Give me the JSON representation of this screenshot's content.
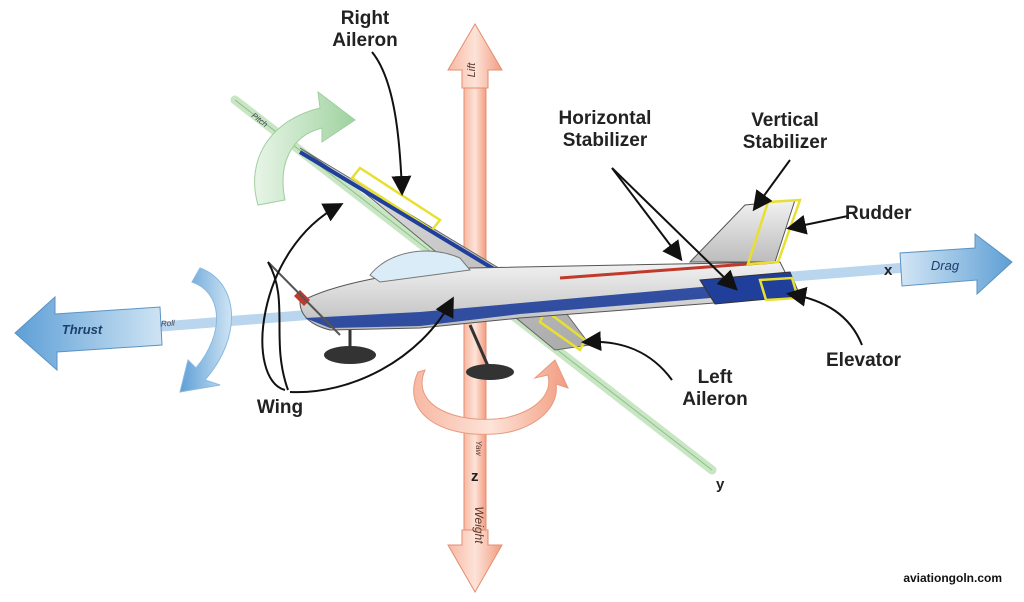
{
  "labels": {
    "right_aileron": [
      "Right",
      "Aileron"
    ],
    "horizontal_stabilizer": [
      "Horizontal",
      "Stabilizer"
    ],
    "vertical_stabilizer": [
      "Vertical",
      "Stabilizer"
    ],
    "rudder": "Rudder",
    "elevator": "Elevator",
    "left_aileron": [
      "Left",
      "Aileron"
    ],
    "wing": "Wing"
  },
  "forces": {
    "lift": "Lift",
    "weight": "Weight",
    "thrust": "Thrust",
    "drag": "Drag"
  },
  "axes": {
    "x": "x",
    "y": "y",
    "z": "z",
    "roll": "Roll",
    "pitch": "Pitch",
    "yaw": "Yaw"
  },
  "colors": {
    "force_arrow_horizontal": "#7fb3dc",
    "force_arrow_vertical": "#f4a287",
    "pitch_arrow": "#bfe3bf",
    "fuselage_stripe": "#1f3f9a",
    "control_surface_outline": "#e8e030"
  },
  "watermark": "aviationgoln.com"
}
